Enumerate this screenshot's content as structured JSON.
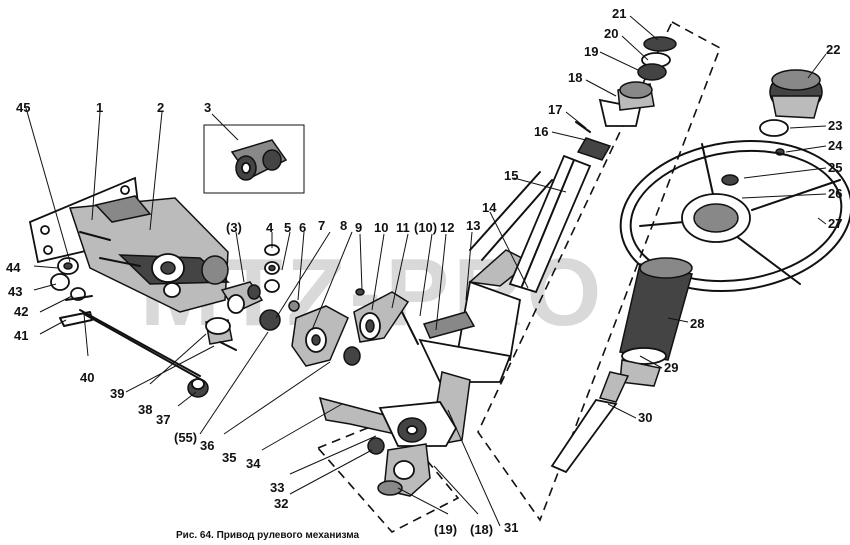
{
  "watermark": "MTZ-PRO",
  "caption": "Рис. 64. Привод рулевого механизма",
  "callouts": {
    "c1": "1",
    "c2": "2",
    "c3": "3",
    "c3p": "(3)",
    "c4": "4",
    "c5": "5",
    "c6": "6",
    "c7": "7",
    "c8": "8",
    "c9": "9",
    "c10": "10",
    "c10p": "(10)",
    "c11": "11",
    "c12": "12",
    "c13": "13",
    "c14": "14",
    "c15": "15",
    "c16": "16",
    "c17": "17",
    "c18": "18",
    "c18p": "(18)",
    "c19": "19",
    "c19p": "(19)",
    "c20": "20",
    "c21": "21",
    "c22": "22",
    "c23": "23",
    "c24": "24",
    "c25": "25",
    "c26": "26",
    "c27": "27",
    "c28": "28",
    "c29": "29",
    "c30": "30",
    "c31": "31",
    "c32": "32",
    "c33": "33",
    "c34": "34",
    "c35": "35",
    "c36": "36",
    "c37": "37",
    "c38": "38",
    "c39": "39",
    "c40": "40",
    "c41": "41",
    "c42": "42",
    "c43": "43",
    "c44": "44",
    "c45": "45",
    "c55p": "(55)"
  }
}
